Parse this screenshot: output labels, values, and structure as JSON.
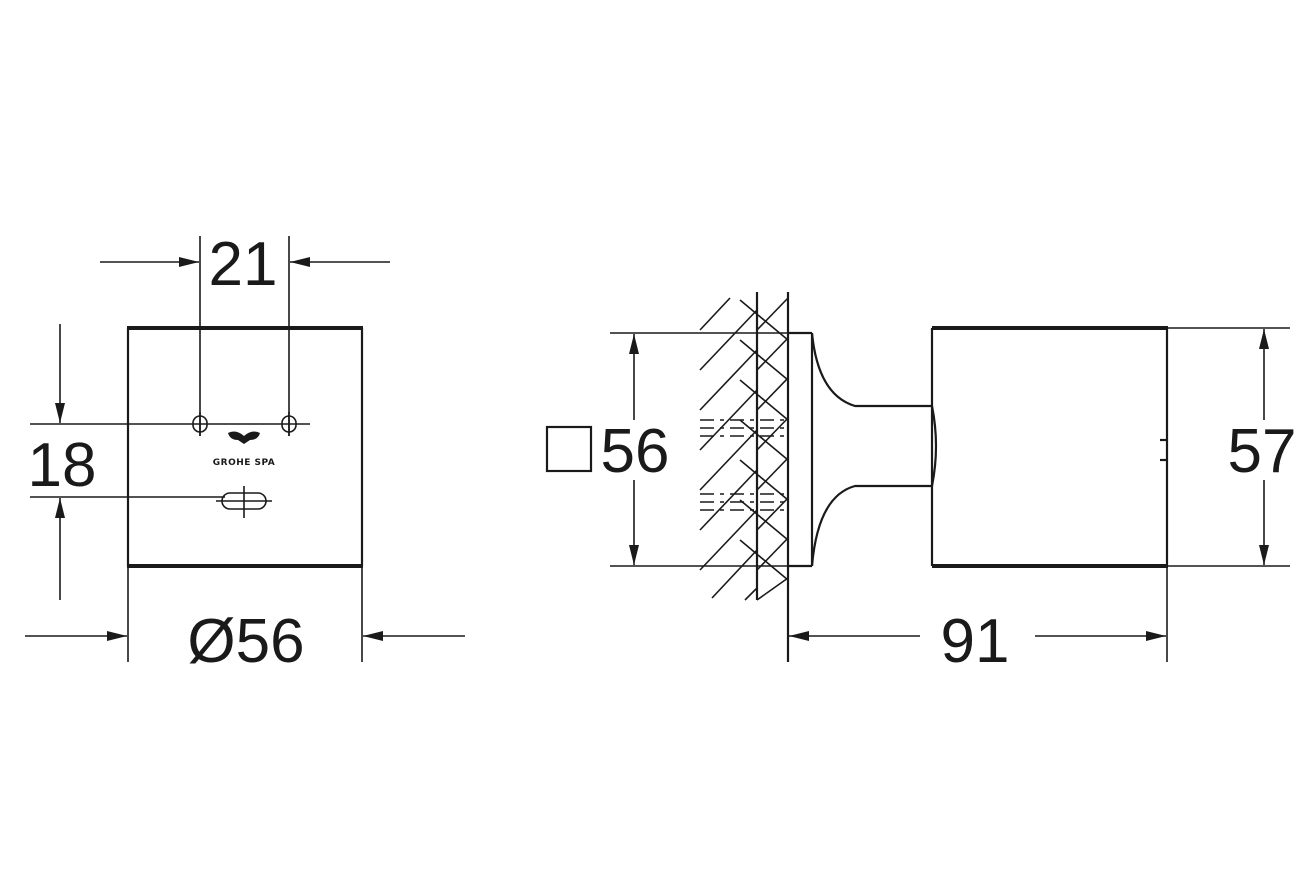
{
  "front_view": {
    "dim_hole_spacing": "21",
    "dim_vertical_offset": "18",
    "dim_diameter": "Ø56",
    "brand_mark": "GROHE SPA"
  },
  "side_view": {
    "dim_square_symbol": "□",
    "dim_square": "56",
    "dim_height": "57",
    "dim_depth": "91"
  }
}
